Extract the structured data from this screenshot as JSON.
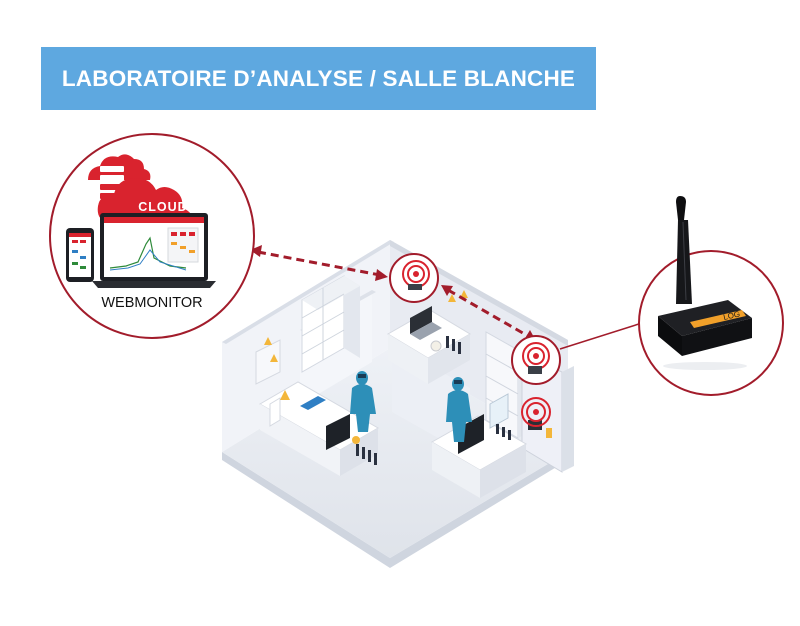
{
  "header": {
    "title": "LABORATOIRE D’ANALYSE / SALLE BLANCHE"
  },
  "cloud_panel": {
    "cloud_label": "CLOUD",
    "webmonitor_label": "WEBMONITOR"
  },
  "device_panel": {
    "device_label": "LOG"
  },
  "colors": {
    "banner": "#5ea8e0",
    "accent": "#a21c2b",
    "cloud_red": "#d9232e",
    "floor": "#e4e8ef",
    "wall": "#eef1f6",
    "suit": "#2d8fb8",
    "device_orange": "#f1a02a"
  },
  "icons": [
    "cloud-icon",
    "server-icon",
    "laptop-icon",
    "smartphone-icon",
    "wireless-sensor-icon",
    "data-logger-antenna-icon"
  ]
}
